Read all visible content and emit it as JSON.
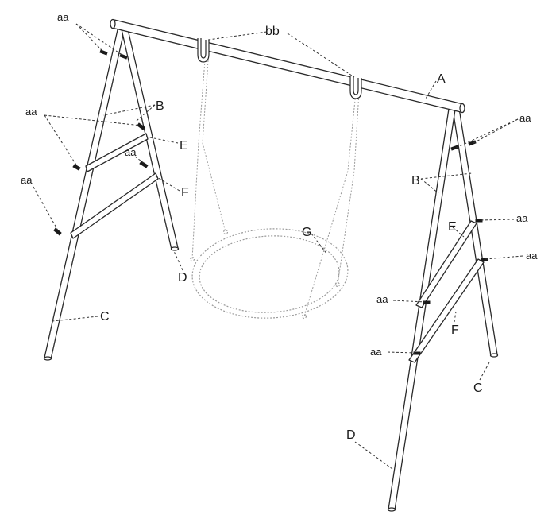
{
  "labels": {
    "top_bar": "A",
    "leg_upper": "B",
    "leg_lower_front": "C",
    "leg_lower_back": "D",
    "upper_brace": "E",
    "lower_brace": "F",
    "nest_seat": "G",
    "bolt": "aa",
    "hook": "bb"
  }
}
